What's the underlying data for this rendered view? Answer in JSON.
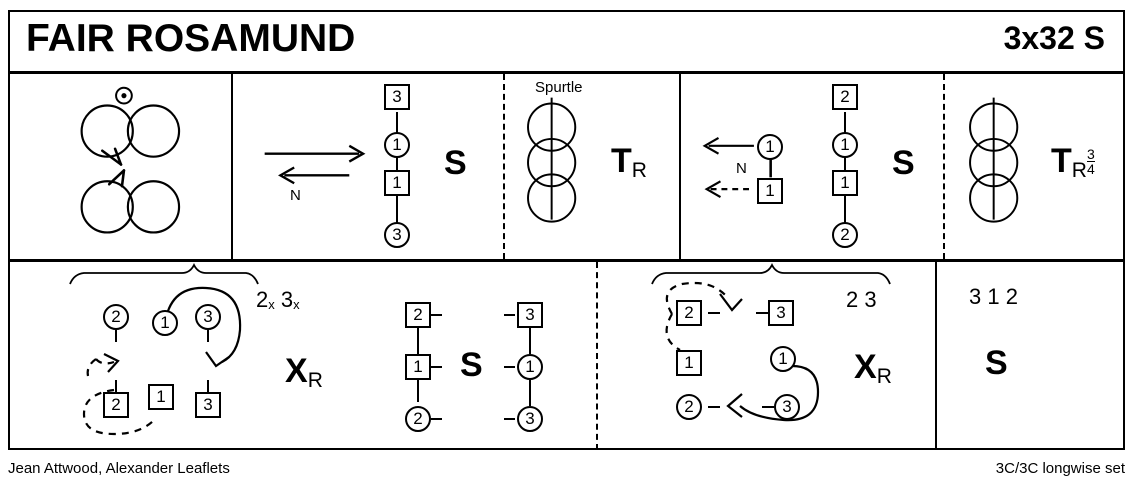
{
  "header": {
    "title": "FAIR ROSAMUND",
    "meter": "3x32 S"
  },
  "footer": {
    "author": "Jean Attwood, Alexander Leaflets",
    "set": "3C/3C longwise set"
  },
  "row1": {
    "cell1": {
      "name": "two-couple-turn-diagram",
      "top_marker": "dot-in-circle-icon"
    },
    "cell2": {
      "direction_label": "N",
      "tokens": [
        {
          "num": "3",
          "shape": "square"
        },
        {
          "num": "1",
          "shape": "circle"
        },
        {
          "num": "1",
          "shape": "square"
        },
        {
          "num": "3",
          "shape": "circle"
        }
      ],
      "figure": "S"
    },
    "cell3": {
      "caption": "Spurtle",
      "figure": "T",
      "figure_sub": "R"
    },
    "cell4": {
      "direction_label": "N",
      "arrow_tokens": [
        {
          "num": "1",
          "shape": "circle"
        },
        {
          "num": "1",
          "shape": "square"
        }
      ],
      "tokens": [
        {
          "num": "2",
          "shape": "square"
        },
        {
          "num": "1",
          "shape": "circle"
        },
        {
          "num": "1",
          "shape": "square"
        },
        {
          "num": "2",
          "shape": "circle"
        }
      ],
      "figure": "S"
    },
    "cell5": {
      "figure": "T",
      "figure_sub": "R",
      "frac_num": "3",
      "frac_den": "4"
    }
  },
  "row2": {
    "cell1": {
      "progress": "2x 3x",
      "top_tokens": [
        {
          "num": "2",
          "shape": "circle"
        },
        {
          "num": "1",
          "shape": "circle"
        },
        {
          "num": "3",
          "shape": "circle"
        }
      ],
      "bottom_tokens": [
        {
          "num": "2",
          "shape": "square"
        },
        {
          "num": "1",
          "shape": "square"
        },
        {
          "num": "3",
          "shape": "square"
        }
      ],
      "figure": "X",
      "figure_sub": "R"
    },
    "cell2": {
      "left_tokens": [
        {
          "num": "2",
          "shape": "square"
        },
        {
          "num": "1",
          "shape": "square"
        },
        {
          "num": "2",
          "shape": "circle"
        }
      ],
      "right_tokens": [
        {
          "num": "3",
          "shape": "square"
        },
        {
          "num": "1",
          "shape": "circle"
        },
        {
          "num": "3",
          "shape": "circle"
        }
      ],
      "figure": "S"
    },
    "cell3": {
      "progress": "2 3",
      "tokens": [
        {
          "num": "2",
          "shape": "square"
        },
        {
          "num": "3",
          "shape": "square"
        },
        {
          "num": "1",
          "shape": "square"
        },
        {
          "num": "1",
          "shape": "circle"
        },
        {
          "num": "2",
          "shape": "circle"
        },
        {
          "num": "3",
          "shape": "circle"
        }
      ],
      "figure": "X",
      "figure_sub": "R"
    },
    "cell4": {
      "progress": "3 1 2",
      "figure": "S"
    }
  },
  "colors": {
    "ink": "#000000",
    "paper": "#ffffff"
  }
}
